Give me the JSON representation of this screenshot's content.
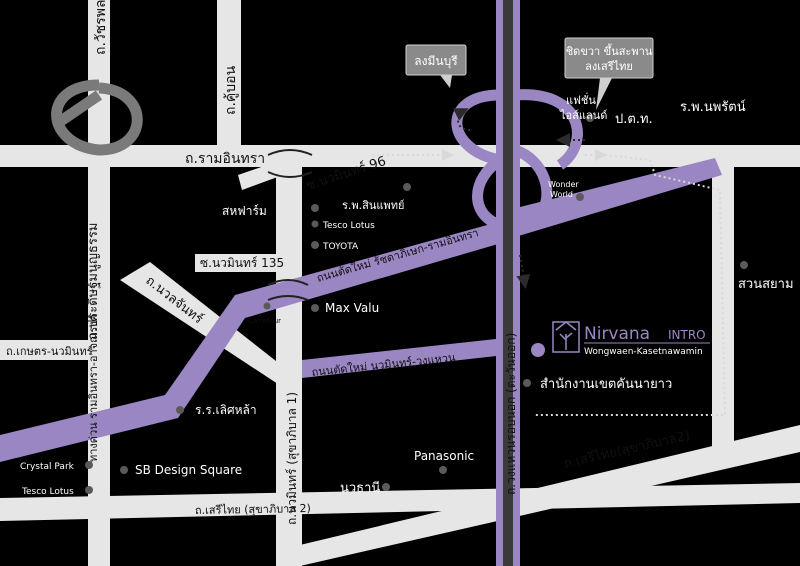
{
  "map": {
    "roads": {
      "ram_inthra": "ถ.รามอินทรา",
      "watcharaphon": "ถ.วัชรพล",
      "khu_bon": "ถ.คู้บอน",
      "soi_nawamin_96": "ซ.นวมินทร์ 96",
      "soi_nawamin_135": "ซ.นวมินทร์ 135",
      "nuanchan": "ถ.นวลจันทร์",
      "pradit_manutham": "ถ.ประดิษฐ์มนูญธรรม",
      "expressway": "ทางด่วน รามอินทรา-อาจณรงค์",
      "kaset_nawamin": "ถ.เกษตร-นวมินทร์",
      "nawamin_sukhapiban1": "ถ.นวมินทร์ (สุขาภิบาล 1)",
      "new_road_ratchada": "ถนนตัดใหม่ รัชดาภิเษก-รามอินทรา",
      "new_road_nawamin": "ถนนตัดใหม่ นวมินทร์-วงแหวน",
      "outer_ring": "ถ.วงแหวนรอบนอก (ตะวันออก)",
      "serithai_sukhapiban2": "ถ.เสรีไทย(สุขาภิบาล2)",
      "serithai_bottom": "ถ.เสรีไทย (สุขาภิบาล 2)"
    },
    "callouts": {
      "min_buri": "ลงมีนบุรี",
      "keep_right_1": "ชิดขวา ขึ้นสะพาน",
      "keep_right_2": "ลงเสรีไทย"
    },
    "places": {
      "fashion_island_1": "แฟชั่น",
      "fashion_island_2": "ไอส์แลนด์",
      "por_tor_tor": "ป.ต.ท.",
      "nopparat_hospital": "ร.พ.นพรัตน์",
      "wonder_world_1": "Wonder",
      "wonder_world_2": "World",
      "sinphaet_hospital": "ร.พ.สินแพทย์",
      "sahafarm": "สหฟาร์ม",
      "tesco_lotus_1": "Tesco Lotus",
      "toyota": "TOYOTA",
      "carrefour": "Carrefour",
      "max_valu": "Max Valu",
      "siam_park": "สวนสยาม",
      "khan_na_yao_office": "สำนักงานเขตคันนายาว",
      "lertla_school": "ร.ร.เลิศหล้า",
      "panasonic": "Panasonic",
      "crystal_park": "Crystal Park",
      "tesco_lotus_2": "Tesco Lotus",
      "sb_design_square": "SB Design Square",
      "nawathani": "นวธานี"
    },
    "project": {
      "name": "Nirvana",
      "name_suffix": "INTRO",
      "subtitle": "Wongwaen-Kasetnawamin"
    },
    "colors": {
      "background": "#000000",
      "road": "#e6e6e6",
      "highlight": "#9b86c4",
      "callout": "#8a8a8a"
    }
  }
}
